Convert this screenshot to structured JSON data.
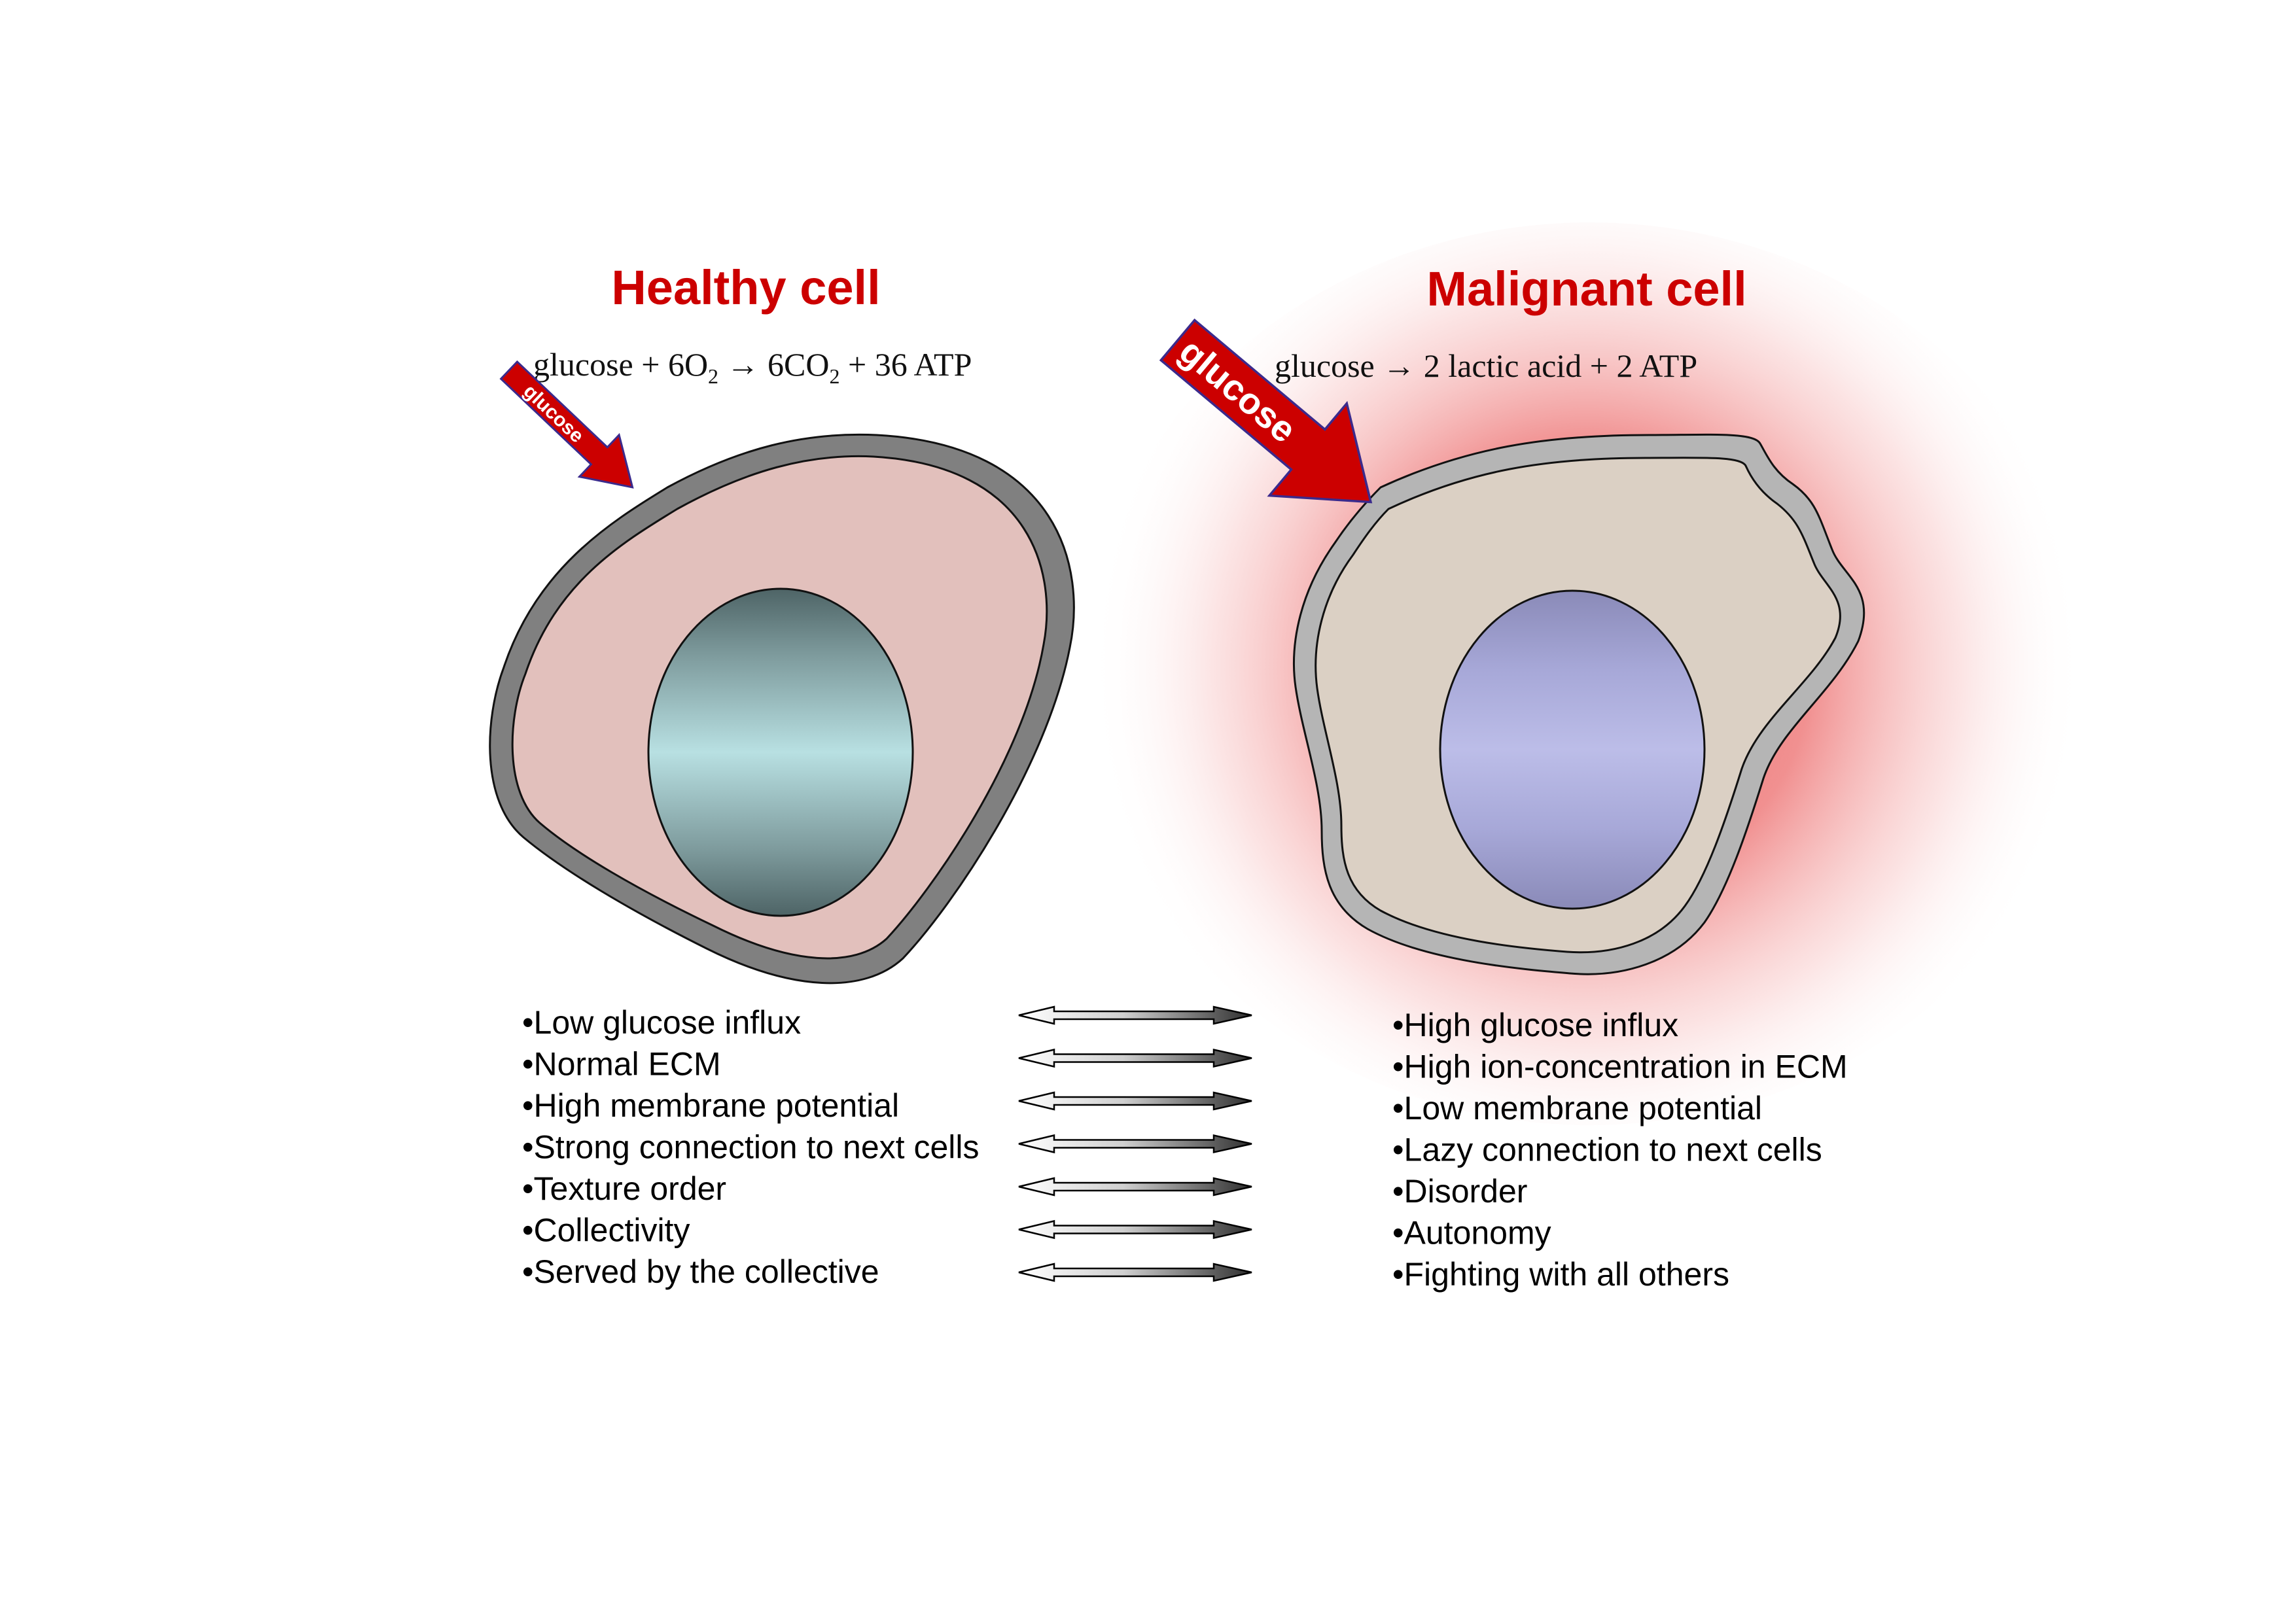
{
  "healthy": {
    "title": "Healthy cell",
    "equation": {
      "reactant": "glucose",
      "plus1": "+",
      "coef_o2": "6",
      "o2": "O",
      "o2_sub": "2",
      "arrow": "→",
      "coef_co2": "6",
      "co2": "CO",
      "co2_sub": "2",
      "plus2": "+",
      "atp": "36 ATP"
    },
    "arrow_label": "glucose",
    "traits": [
      "•Low glucose influx",
      "•Normal ECM",
      "•High membrane potential",
      "•Strong connection to next cells",
      "•Texture order",
      "•Collectivity",
      "•Served by the collective"
    ]
  },
  "malignant": {
    "title": "Malignant cell",
    "equation": {
      "reactant": "glucose",
      "arrow": "→",
      "product1": "2 lactic acid",
      "plus": "+",
      "atp": "2 ATP"
    },
    "arrow_label": "glucose",
    "traits": [
      "•High glucose influx",
      "•High ion-concentration in ECM",
      "•Low membrane potential",
      "•Lazy connection to next cells",
      "•Disorder",
      "•Autonomy",
      "•Fighting with all others"
    ]
  },
  "colors": {
    "title": "#cc0000",
    "glucose_arrow": "#cc0000",
    "glucose_arrow_outline": "#3b2a8c",
    "healthy_membrane": "#808080",
    "healthy_cytoplasm": "#e2c0bc",
    "healthy_nucleus_center": "#b8e0e2",
    "healthy_nucleus_edge": "#4e6466",
    "malignant_membrane": "#b5b5b5",
    "malignant_cytoplasm": "#dbd0c4",
    "malignant_nucleus_center": "#bcbde8",
    "malignant_nucleus_edge": "#8a8ab8",
    "malignant_glow": "#f08080"
  },
  "icons": {
    "comparison_arrow": "double-headed-arrow-icon",
    "glucose_arrow": "glucose-uptake-arrow-icon"
  }
}
